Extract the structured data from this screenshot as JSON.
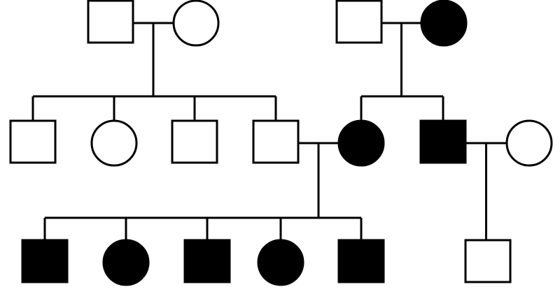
{
  "colors": {
    "affected": "#000000",
    "unaffected": "#ffffff",
    "stroke": "#000000"
  },
  "generations": [
    {
      "id": "generation-1",
      "individuals": [
        {
          "id": "g1-male-left",
          "sex": "male",
          "affected": false
        },
        {
          "id": "g1-female-left",
          "sex": "female",
          "affected": false
        },
        {
          "id": "g1-male-right",
          "sex": "male",
          "affected": false
        },
        {
          "id": "g1-female-right",
          "sex": "female",
          "affected": true
        }
      ]
    },
    {
      "id": "generation-2",
      "individuals": [
        {
          "id": "g2-male-1",
          "sex": "male",
          "affected": false
        },
        {
          "id": "g2-female-1",
          "sex": "female",
          "affected": false
        },
        {
          "id": "g2-male-2",
          "sex": "male",
          "affected": false
        },
        {
          "id": "g2-male-3",
          "sex": "male",
          "affected": false
        },
        {
          "id": "g2-female-2",
          "sex": "female",
          "affected": true
        },
        {
          "id": "g2-male-4",
          "sex": "male",
          "affected": true
        },
        {
          "id": "g2-female-3",
          "sex": "female",
          "affected": false
        }
      ]
    },
    {
      "id": "generation-3",
      "individuals": [
        {
          "id": "g3-male-1",
          "sex": "male",
          "affected": true
        },
        {
          "id": "g3-female-1",
          "sex": "female",
          "affected": true
        },
        {
          "id": "g3-male-2",
          "sex": "male",
          "affected": true
        },
        {
          "id": "g3-female-2",
          "sex": "female",
          "affected": true
        },
        {
          "id": "g3-male-3",
          "sex": "male",
          "affected": true
        },
        {
          "id": "g3-male-4",
          "sex": "male",
          "affected": false
        }
      ]
    }
  ],
  "couples": [
    {
      "id": "couple-g1-left",
      "partners": [
        "g1-male-left",
        "g1-female-left"
      ],
      "children": [
        "g2-male-1",
        "g2-female-1",
        "g2-male-2",
        "g2-male-3"
      ]
    },
    {
      "id": "couple-g1-right",
      "partners": [
        "g1-male-right",
        "g1-female-right"
      ],
      "children": [
        "g2-female-2",
        "g2-male-4"
      ]
    },
    {
      "id": "couple-g2-left",
      "partners": [
        "g2-male-3",
        "g2-female-2"
      ],
      "children": [
        "g3-male-1",
        "g3-female-1",
        "g3-male-2",
        "g3-female-2",
        "g3-male-3"
      ]
    },
    {
      "id": "couple-g2-right",
      "partners": [
        "g2-male-4",
        "g2-female-3"
      ],
      "children": [
        "g3-male-4"
      ]
    }
  ]
}
